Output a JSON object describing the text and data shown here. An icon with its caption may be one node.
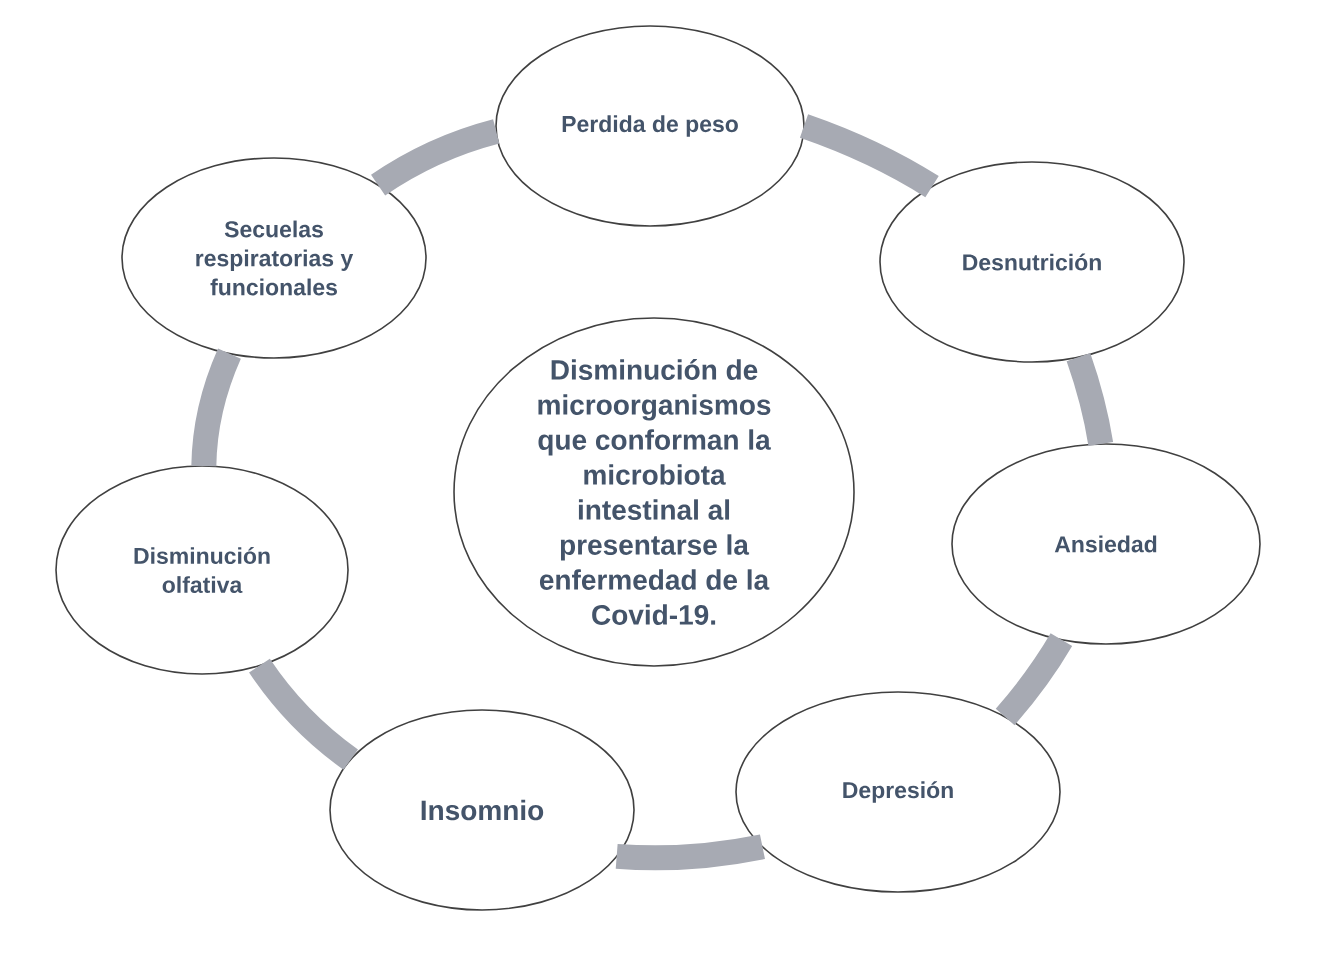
{
  "diagram": {
    "nodes": [
      {
        "text": [
          "Perdida de peso"
        ]
      },
      {
        "text": [
          "Secuelas respiratorias y funcionales"
        ]
      },
      {
        "text": [
          "Desnutrición"
        ]
      },
      {
        "text": [
          "Disminución olfativa"
        ]
      },
      {
        "text": [
          "Disminución de microorganismos que conforman la microbiota intestinal al presentarse la enfermedad de la Covid-19."
        ]
      },
      {
        "text": [
          "Ansiedad"
        ]
      },
      {
        "text": [
          "Insomnio"
        ]
      },
      {
        "text": [
          "Depresión"
        ]
      }
    ],
    "edges": [
      {
        "from": 0,
        "to": 2,
        "arrow": "none"
      },
      {
        "from": 2,
        "to": 5,
        "arrow": "none"
      },
      {
        "from": 5,
        "to": 7,
        "arrow": "none"
      },
      {
        "from": 7,
        "to": 6,
        "arrow": "none"
      },
      {
        "from": 6,
        "to": 3,
        "arrow": "none"
      },
      {
        "from": 3,
        "to": 1,
        "arrow": "none"
      },
      {
        "from": 1,
        "to": 0,
        "arrow": "none"
      }
    ]
  }
}
